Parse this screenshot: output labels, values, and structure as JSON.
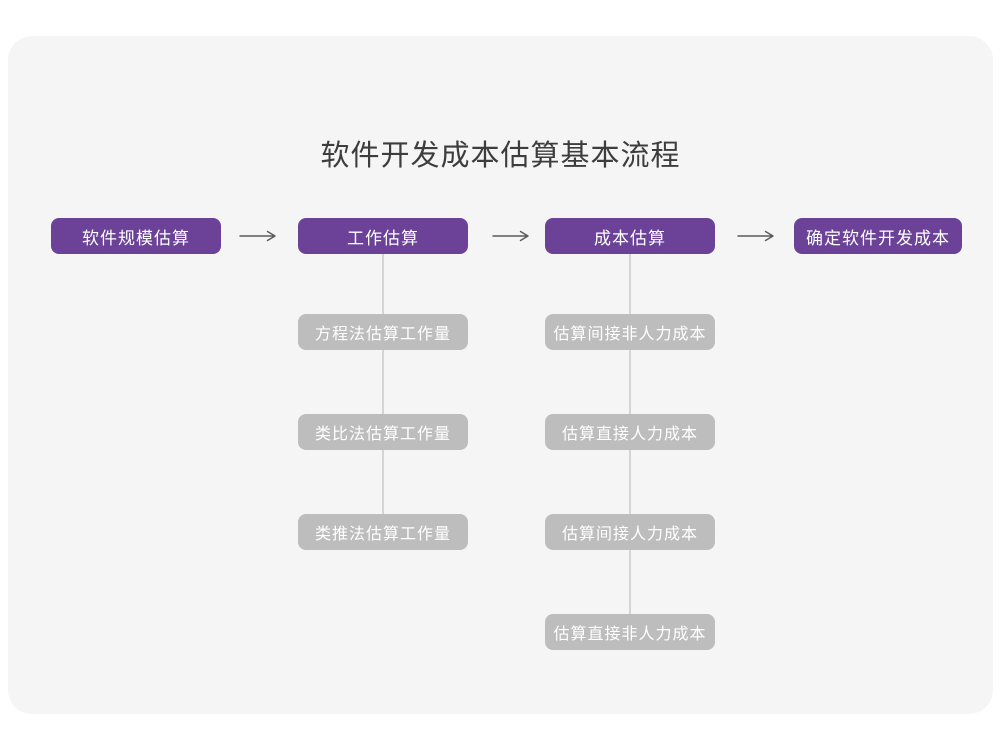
{
  "title": "软件开发成本估算基本流程",
  "flow": {
    "main_steps": [
      {
        "label": "软件规模估算"
      },
      {
        "label": "工作估算"
      },
      {
        "label": "成本估算"
      },
      {
        "label": "确定软件开发成本"
      }
    ],
    "work_substeps": [
      {
        "label": "方程法估算工作量"
      },
      {
        "label": "类比法估算工作量"
      },
      {
        "label": "类推法估算工作量"
      }
    ],
    "cost_substeps": [
      {
        "label": "估算间接非人力成本"
      },
      {
        "label": "估算直接人力成本"
      },
      {
        "label": "估算间接人力成本"
      },
      {
        "label": "估算直接非人力成本"
      }
    ]
  },
  "colors": {
    "page_background": "#ffffff",
    "card_background": "#f5f5f6",
    "primary_purple": "#6b4298",
    "sub_box_gray": "#bdbdbd",
    "connector_gray": "#d4d4d4",
    "arrow_gray": "#5a5a5c",
    "title_text": "#3d3d3d",
    "box_text": "#ffffff"
  }
}
